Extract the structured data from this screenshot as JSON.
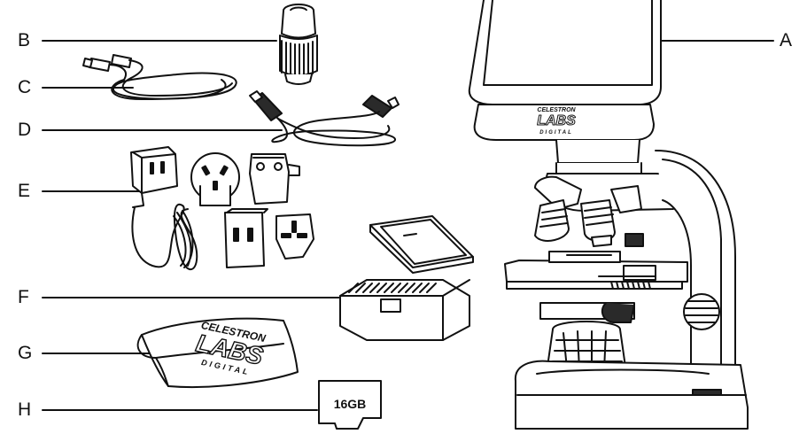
{
  "callouts": {
    "a": "A",
    "b": "B",
    "c": "C",
    "d": "D",
    "e": "E",
    "f": "F",
    "g": "G",
    "h": "H"
  },
  "branding": {
    "screen_brand": "CELESTRON",
    "screen_labs": "LABS",
    "screen_digital": "DIGITAL",
    "cloth_brand": "CELESTRON",
    "cloth_labs": "LABS",
    "cloth_digital": "DIGITAL"
  },
  "microsd_card": {
    "capacity": "16GB"
  },
  "colors": {
    "ink": "#111111",
    "fill_light": "#ffffff",
    "fill_shade": "#dcdcdc",
    "fill_dark": "#2a2a2a"
  }
}
